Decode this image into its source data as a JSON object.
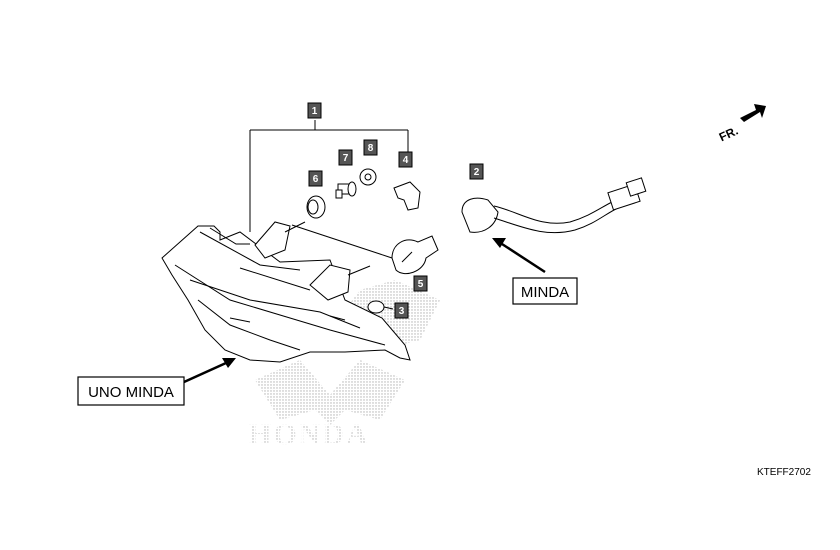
{
  "diagram": {
    "code": "KTEFF2702",
    "front_indicator": "FR.",
    "watermark": "HONDA",
    "callouts": {
      "uno_minda": "UNO MINDA",
      "minda": "MINDA"
    },
    "part_numbers": [
      "1",
      "2",
      "3",
      "4",
      "5",
      "6",
      "7",
      "8"
    ]
  },
  "colors": {
    "line": "#000000",
    "tag_fill": "#555555",
    "watermark": "#bbbbbb"
  }
}
